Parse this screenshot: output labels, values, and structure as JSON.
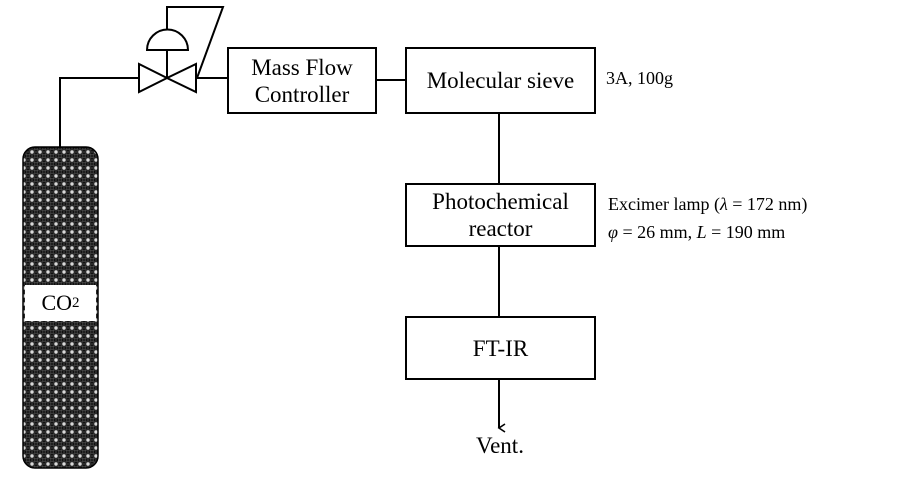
{
  "diagram": {
    "type": "process flow diagram",
    "gas_cylinder": {
      "label_main": "CO",
      "label_sub": "2"
    },
    "valve": {
      "kind": "control valve with diaphragm actuator and feedback line"
    },
    "blocks": [
      {
        "id": "mfc",
        "lines": [
          "Mass Flow",
          "Controller"
        ]
      },
      {
        "id": "sieve",
        "lines": [
          "Molecular sieve"
        ]
      },
      {
        "id": "reactor",
        "lines": [
          "Photochemical",
          "reactor"
        ]
      },
      {
        "id": "ftir",
        "lines": [
          "FT-IR"
        ]
      }
    ],
    "annotations": {
      "sieve_note": "3A, 100g",
      "reactor_note_line1_prefix": "Excimer lamp (",
      "reactor_note_line1_var": "λ",
      "reactor_note_line1_suffix": " = 172 nm)",
      "reactor_note_line2_var1": "φ",
      "reactor_note_line2_mid": " = 26 mm, ",
      "reactor_note_line2_var2": "L",
      "reactor_note_line2_suffix": " = 190 mm"
    },
    "outlet_label": "Vent.",
    "flow": [
      "CO2 cylinder",
      "valve",
      "Mass Flow Controller",
      "Molecular sieve",
      "Photochemical reactor",
      "FT-IR",
      "Vent."
    ]
  }
}
